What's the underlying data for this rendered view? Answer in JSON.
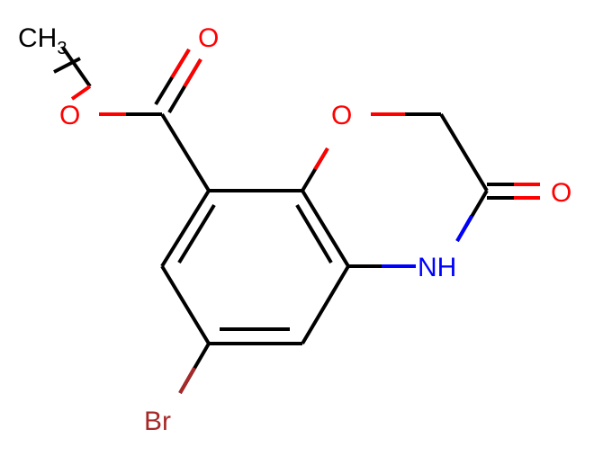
{
  "molecule": {
    "atoms": {
      "methyl_c": "CH",
      "methyl_sub": "3",
      "ester_o": "O",
      "carbonyl_o": "O",
      "ring_o": "O",
      "lactam_o": "O",
      "nh": "NH",
      "br": "Br"
    },
    "colors": {
      "bond": "#000000",
      "carbon": "#000000",
      "oxygen": "#ff0000",
      "nitrogen": "#0000ff",
      "bromine": "#a62929"
    }
  }
}
